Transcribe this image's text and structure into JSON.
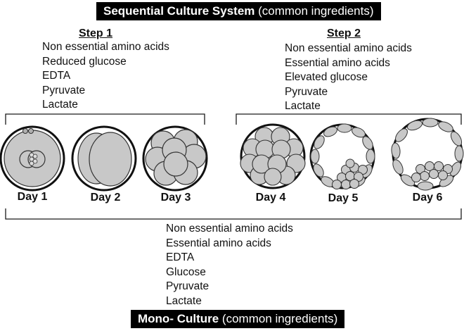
{
  "header": {
    "title_bold": "Sequential Culture System",
    "title_rest": " (common ingredients)"
  },
  "step1": {
    "heading": "Step 1",
    "ingredients": [
      "Non essential amino acids",
      "Reduced glucose",
      "EDTA",
      "Pyruvate",
      "Lactate"
    ]
  },
  "step2": {
    "heading": "Step 2",
    "ingredients": [
      "Non essential amino acids",
      "Essential amino acids",
      "Elevated glucose",
      "Pyruvate",
      "Lactate"
    ]
  },
  "days": [
    "Day 1",
    "Day 2",
    "Day 3",
    "Day 4",
    "Day 5",
    "Day 6"
  ],
  "mono": {
    "ingredients": [
      "Non essential amino acids",
      "Essential amino acids",
      "EDTA",
      "Glucose",
      "Pyruvate",
      "Lactate"
    ]
  },
  "footer": {
    "title_bold": "Mono- Culture",
    "title_rest": " (common ingredients)"
  },
  "colors": {
    "cell_fill": "#c8c8c8",
    "outline": "#1a1a1a",
    "title_bg": "#000000"
  }
}
